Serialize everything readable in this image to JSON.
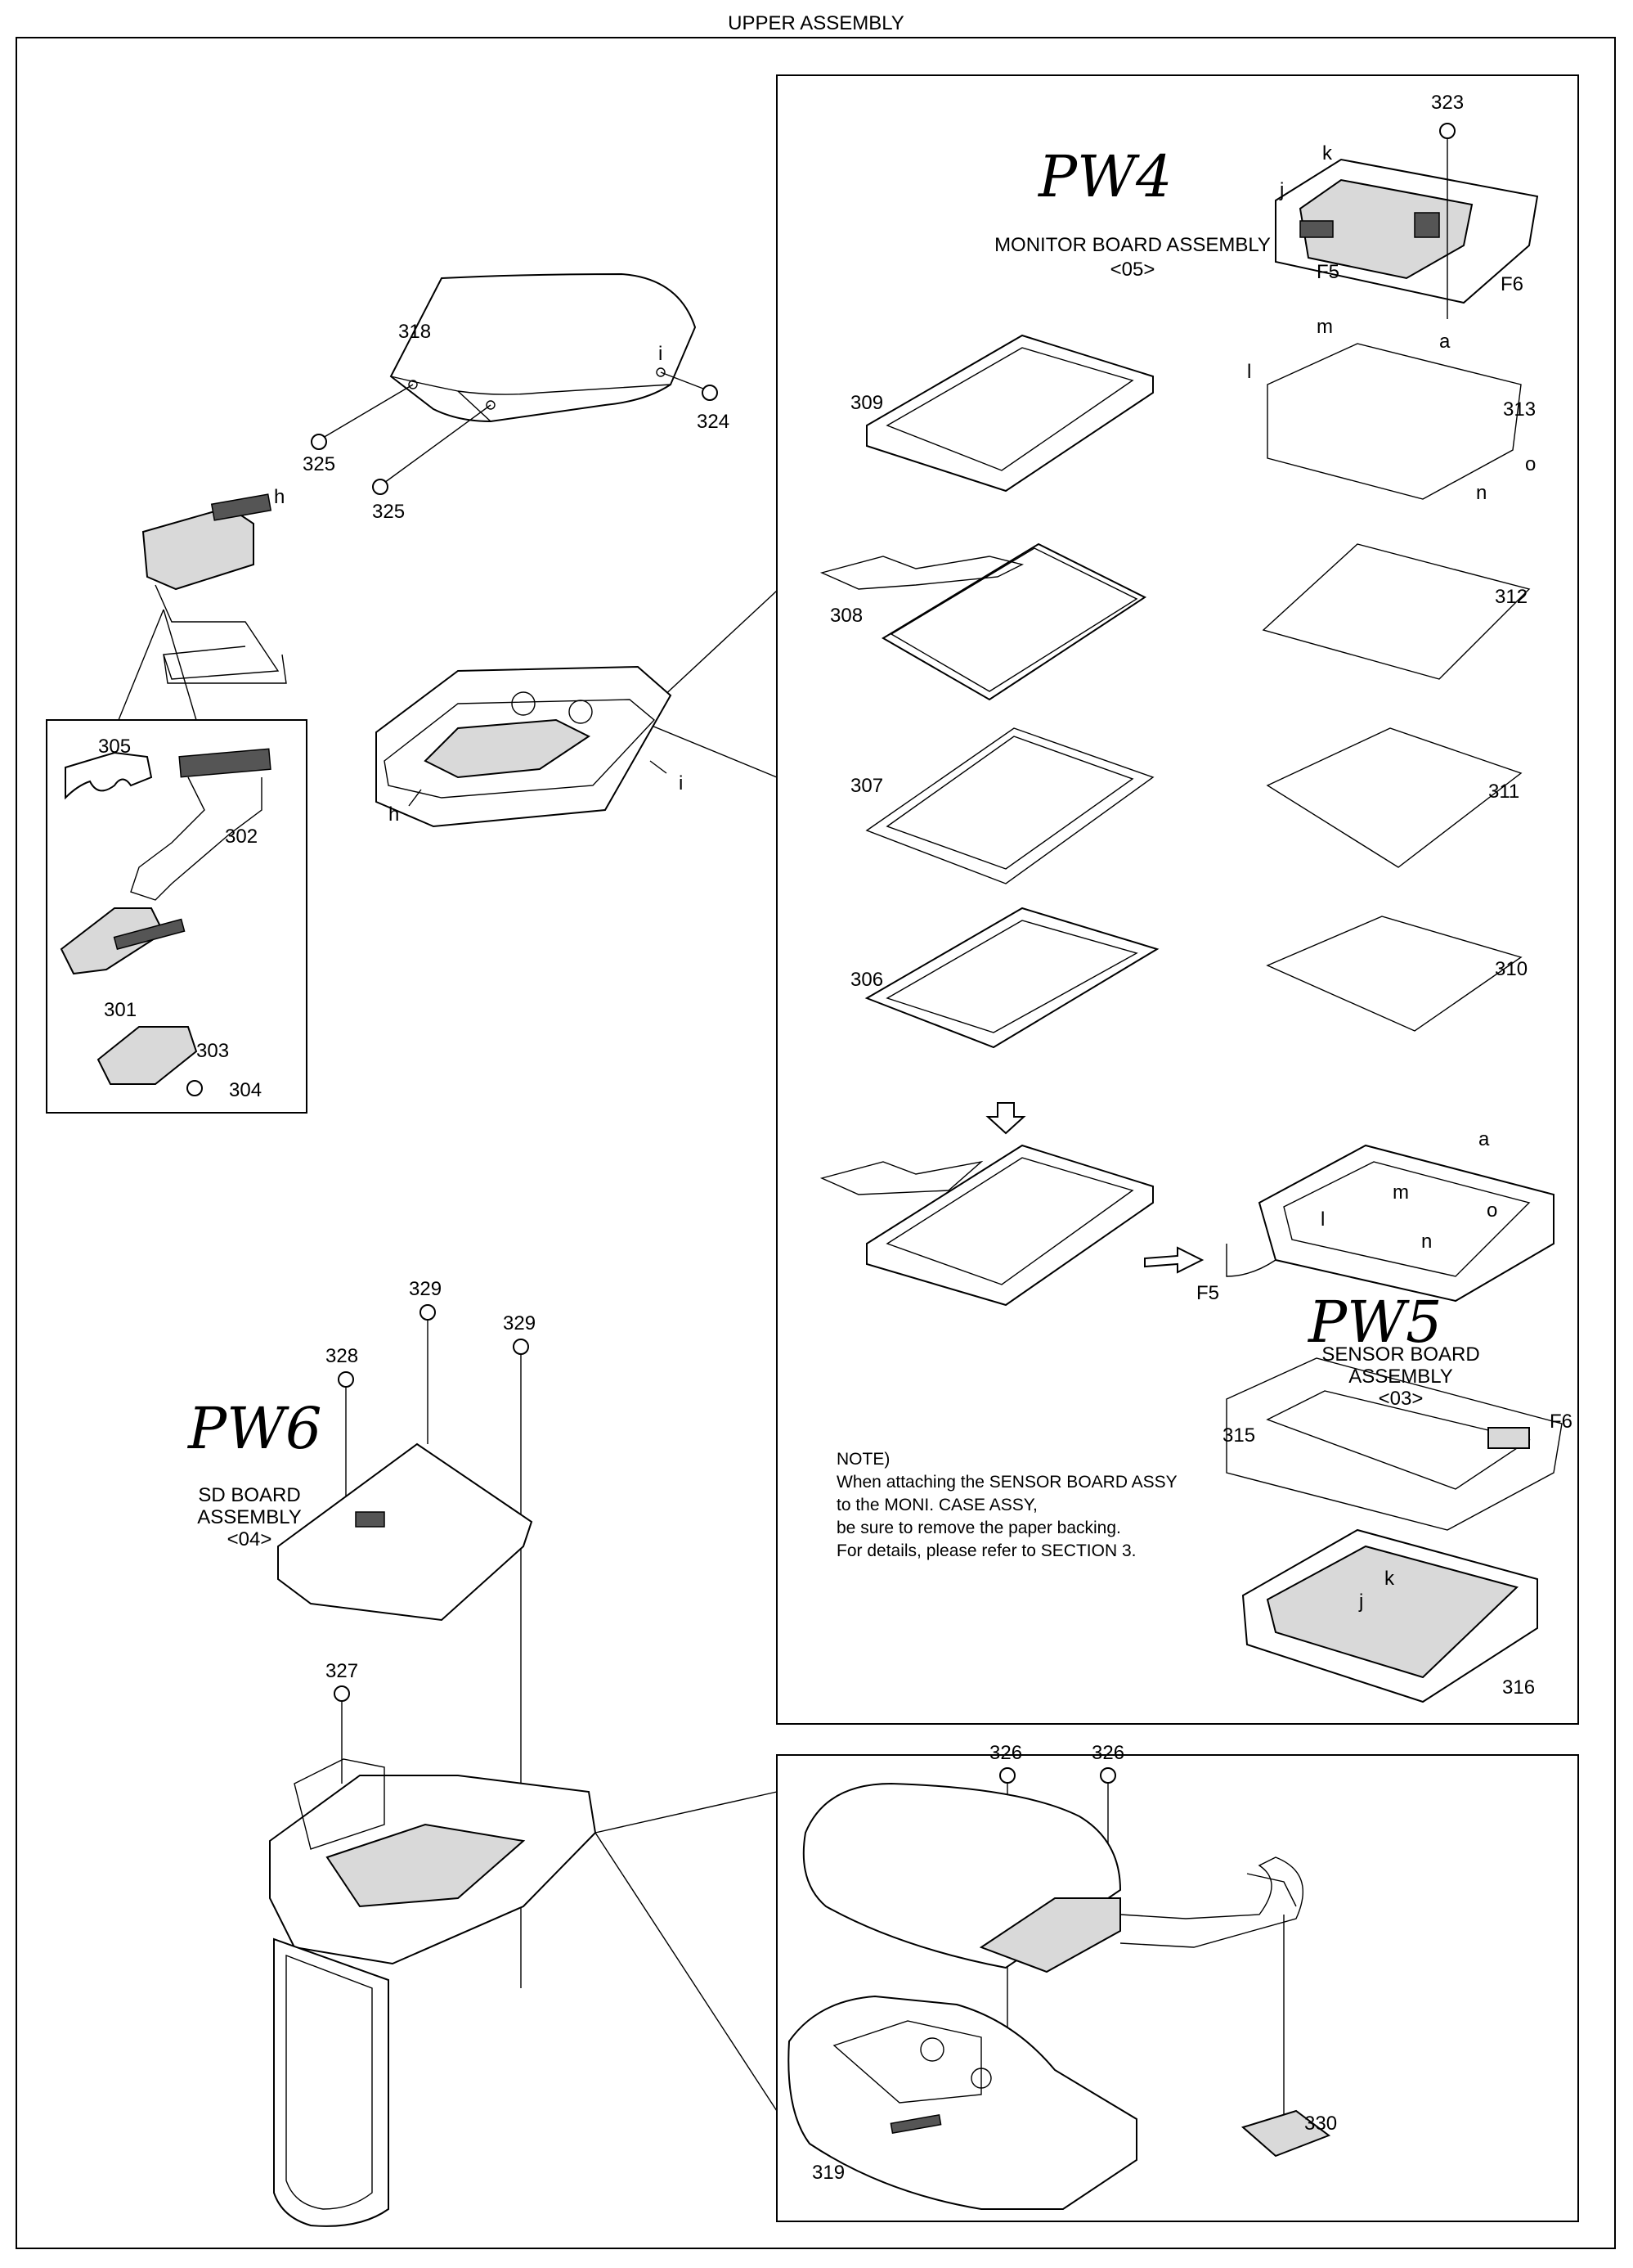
{
  "page": {
    "title": "UPPER ASSEMBLY"
  },
  "assemblies": {
    "monitor_board": {
      "handwritten": "PW4",
      "name": "MONITOR BOARD ASSEMBLY",
      "code": "<05>"
    },
    "sensor_board": {
      "handwritten": "PW5",
      "name_line1": "SENSOR BOARD",
      "name_line2": "ASSEMBLY",
      "code": "<03>"
    },
    "sd_board": {
      "handwritten": "PW6",
      "name_line1": "SD BOARD",
      "name_line2": "ASSEMBLY",
      "code": "<04>"
    }
  },
  "note": {
    "heading": "NOTE)",
    "line1": "When attaching the SENSOR BOARD ASSY",
    "line2": "to the MONI. CASE ASSY,",
    "line3": "be sure to remove the paper backing.",
    "line4": "For details, please refer to SECTION 3."
  },
  "parts": [
    {
      "key": "p301",
      "text": "301"
    },
    {
      "key": "p302",
      "text": "302"
    },
    {
      "key": "p303",
      "text": "303"
    },
    {
      "key": "p304",
      "text": "304"
    },
    {
      "key": "p305",
      "text": "305"
    },
    {
      "key": "p306",
      "text": "306"
    },
    {
      "key": "p307",
      "text": "307"
    },
    {
      "key": "p308",
      "text": "308"
    },
    {
      "key": "p309",
      "text": "309"
    },
    {
      "key": "p310",
      "text": "310"
    },
    {
      "key": "p311",
      "text": "311"
    },
    {
      "key": "p312",
      "text": "312"
    },
    {
      "key": "p313",
      "text": "313"
    },
    {
      "key": "p315",
      "text": "315"
    },
    {
      "key": "p316",
      "text": "316"
    },
    {
      "key": "p318",
      "text": "318"
    },
    {
      "key": "p319",
      "text": "319"
    },
    {
      "key": "p323",
      "text": "323"
    },
    {
      "key": "p324",
      "text": "324"
    },
    {
      "key": "p325a",
      "text": "325"
    },
    {
      "key": "p325b",
      "text": "325"
    },
    {
      "key": "p326a",
      "text": "326"
    },
    {
      "key": "p326b",
      "text": "326"
    },
    {
      "key": "p327",
      "text": "327"
    },
    {
      "key": "p328",
      "text": "328"
    },
    {
      "key": "p329a",
      "text": "329"
    },
    {
      "key": "p329b",
      "text": "329"
    },
    {
      "key": "p330",
      "text": "330"
    }
  ],
  "connection_letters": {
    "a_top": "a",
    "a_bottom": "a",
    "h_top": "h",
    "h_bottom": "h",
    "i_top": "i",
    "i_bottom": "i",
    "j_top": "j",
    "j_bottom": "j",
    "k_top": "k",
    "k_bottom": "k",
    "l_top": "l",
    "l_bottom": "l",
    "m_top": "m",
    "m_bottom": "m",
    "n_top": "n",
    "n_bottom": "n",
    "o_top": "o",
    "o_bottom": "o",
    "f5_top": "F5",
    "f5_bottom": "F5",
    "f6_top": "F6",
    "f6_bottom": "F6"
  }
}
